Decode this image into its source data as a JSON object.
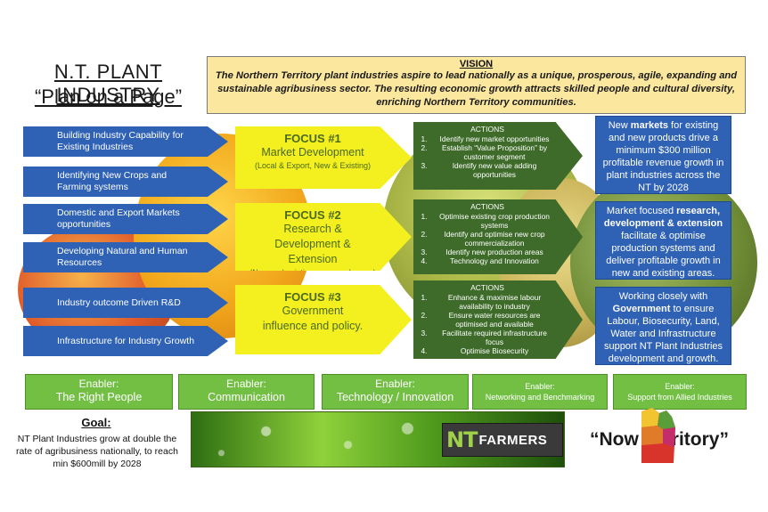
{
  "title": {
    "line1": "N.T. PLANT INDUSTRY",
    "line2": "“Plan on a Page”"
  },
  "vision": {
    "heading": "VISION",
    "text": "The Northern Territory plant industries aspire to lead nationally as a unique, prosperous, agile, expanding and sustainable agribusiness sector. The resulting economic growth attracts skilled people and cultural diversity, enriching Northern Territory communities."
  },
  "pillars": [
    "Building Industry Capability for Existing Industries",
    "Identifying New Crops and Farming systems",
    "Domestic and Export Markets opportunities",
    "Developing Natural and Human Resources",
    "Industry outcome Driven R&D",
    "Infrastructure for Industry Growth"
  ],
  "focus": [
    {
      "heading": "FOCUS #1",
      "line1": "Market Development",
      "small": "(Local & Export, New & Existing)"
    },
    {
      "heading": "FOCUS #2",
      "line1": "Research & Development & Extension",
      "small": "(New and existing crops and areas)"
    },
    {
      "heading": "FOCUS #3",
      "line1": "Government influence and policy.",
      "small": ""
    }
  ],
  "actions": [
    {
      "heading": "ACTIONS",
      "items": [
        {
          "n": "1.",
          "t": "Identify new market opportunities"
        },
        {
          "n": "2.",
          "t": "Establish “Value Proposition” by customer segment"
        },
        {
          "n": "3.",
          "t": "Identify new value adding opportunities"
        }
      ]
    },
    {
      "heading": "ACTIONS",
      "items": [
        {
          "n": "1.",
          "t": "Optimise existing crop production systems"
        },
        {
          "n": "2.",
          "t": "Identify and optimise new crop commercialization"
        },
        {
          "n": "3.",
          "t": "Identify new production areas"
        },
        {
          "n": "4.",
          "t": "Technology and Innovation"
        }
      ]
    },
    {
      "heading": "ACTIONS",
      "items": [
        {
          "n": "1.",
          "t": "Enhance & maximise labour availability to industry"
        },
        {
          "n": "2.",
          "t": "Ensure water resources are optimised and available"
        },
        {
          "n": "3.",
          "t": "Facilitate required infrastructure focus"
        },
        {
          "n": "4.",
          "t": "Optimise Biosecurity"
        }
      ]
    }
  ],
  "outcomes": [
    {
      "pre": "New ",
      "bold": "markets",
      "post": " for existing and new products drive a minimum $300 million profitable revenue growth in plant industries across the NT by 2028"
    },
    {
      "pre": "Market focused ",
      "bold": "research, development & extension",
      "post": " facilitate & optimise production systems and deliver profitable growth in new and existing areas."
    },
    {
      "pre": "Working closely with ",
      "bold": "Government",
      "post": " to ensure Labour, Biosecurity, Land, Water and Infrastructure support NT Plant Industries development and growth."
    }
  ],
  "enablers": [
    {
      "label": "Enabler:",
      "value": "The Right People"
    },
    {
      "label": "Enabler:",
      "value": "Communication"
    },
    {
      "label": "Enabler:",
      "value": "Technology / Innovation"
    },
    {
      "label": "Enabler:",
      "value": "Networking and Benchmarking"
    },
    {
      "label": "Enabler:",
      "value": "Support from Allied Industries"
    }
  ],
  "goal": {
    "heading": "Goal:",
    "text": "NT Plant Industries grow at double the rate of agribusiness nationally, to reach min $600mill by 2028"
  },
  "logo": {
    "nt": "NT",
    "farmers": "FARMERS"
  },
  "slogan": "“Now Territory”",
  "colors": {
    "pillar_blue": "#2f62b5",
    "focus_yellow": "#f4ef1e",
    "action_green": "#3e6b2a",
    "enabler_green": "#72bf44",
    "vision_bg": "#fbe79d"
  }
}
